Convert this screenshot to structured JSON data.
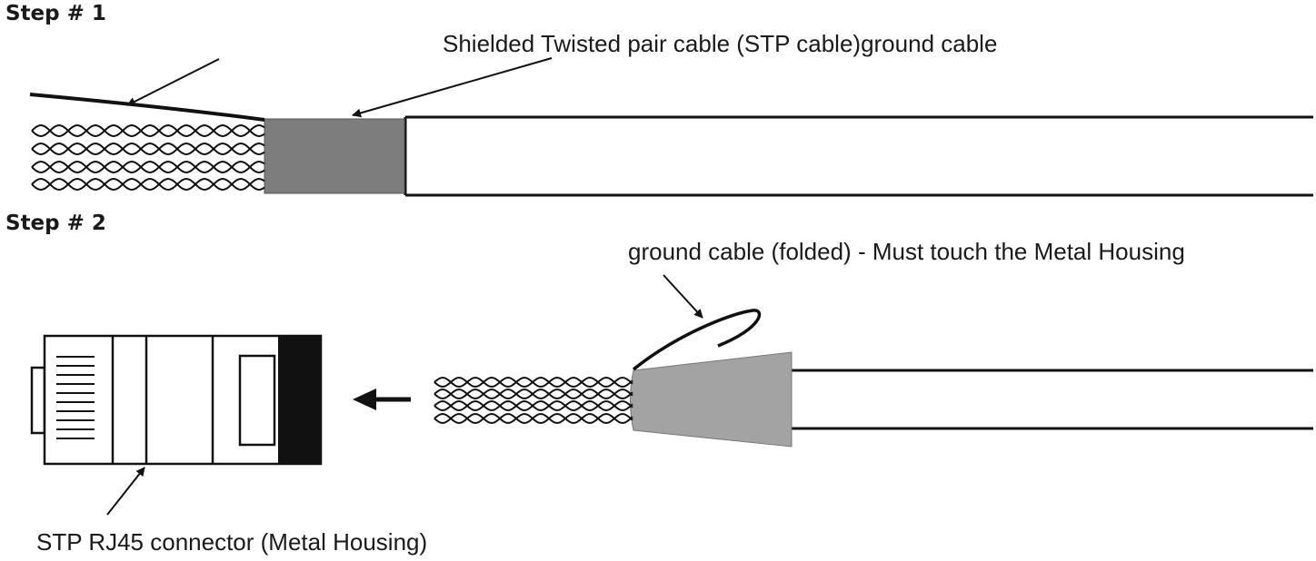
{
  "steps": {
    "step1": "Step # 1",
    "step2": "Step # 2"
  },
  "labels": {
    "stp_cable": "Shielded Twisted pair cable (STP cable)ground cable",
    "ground_folded": "ground cable (folded) - Must touch the Metal Housing",
    "connector": "STP RJ45 connector (Metal Housing)"
  },
  "colors": {
    "ink": "#111111",
    "shield_step1": "#7d7d7d",
    "shield_step2": "#a3a3a3",
    "plug_boot": "#111111"
  },
  "icons": {
    "push_arrow": "arrow-left-icon"
  }
}
